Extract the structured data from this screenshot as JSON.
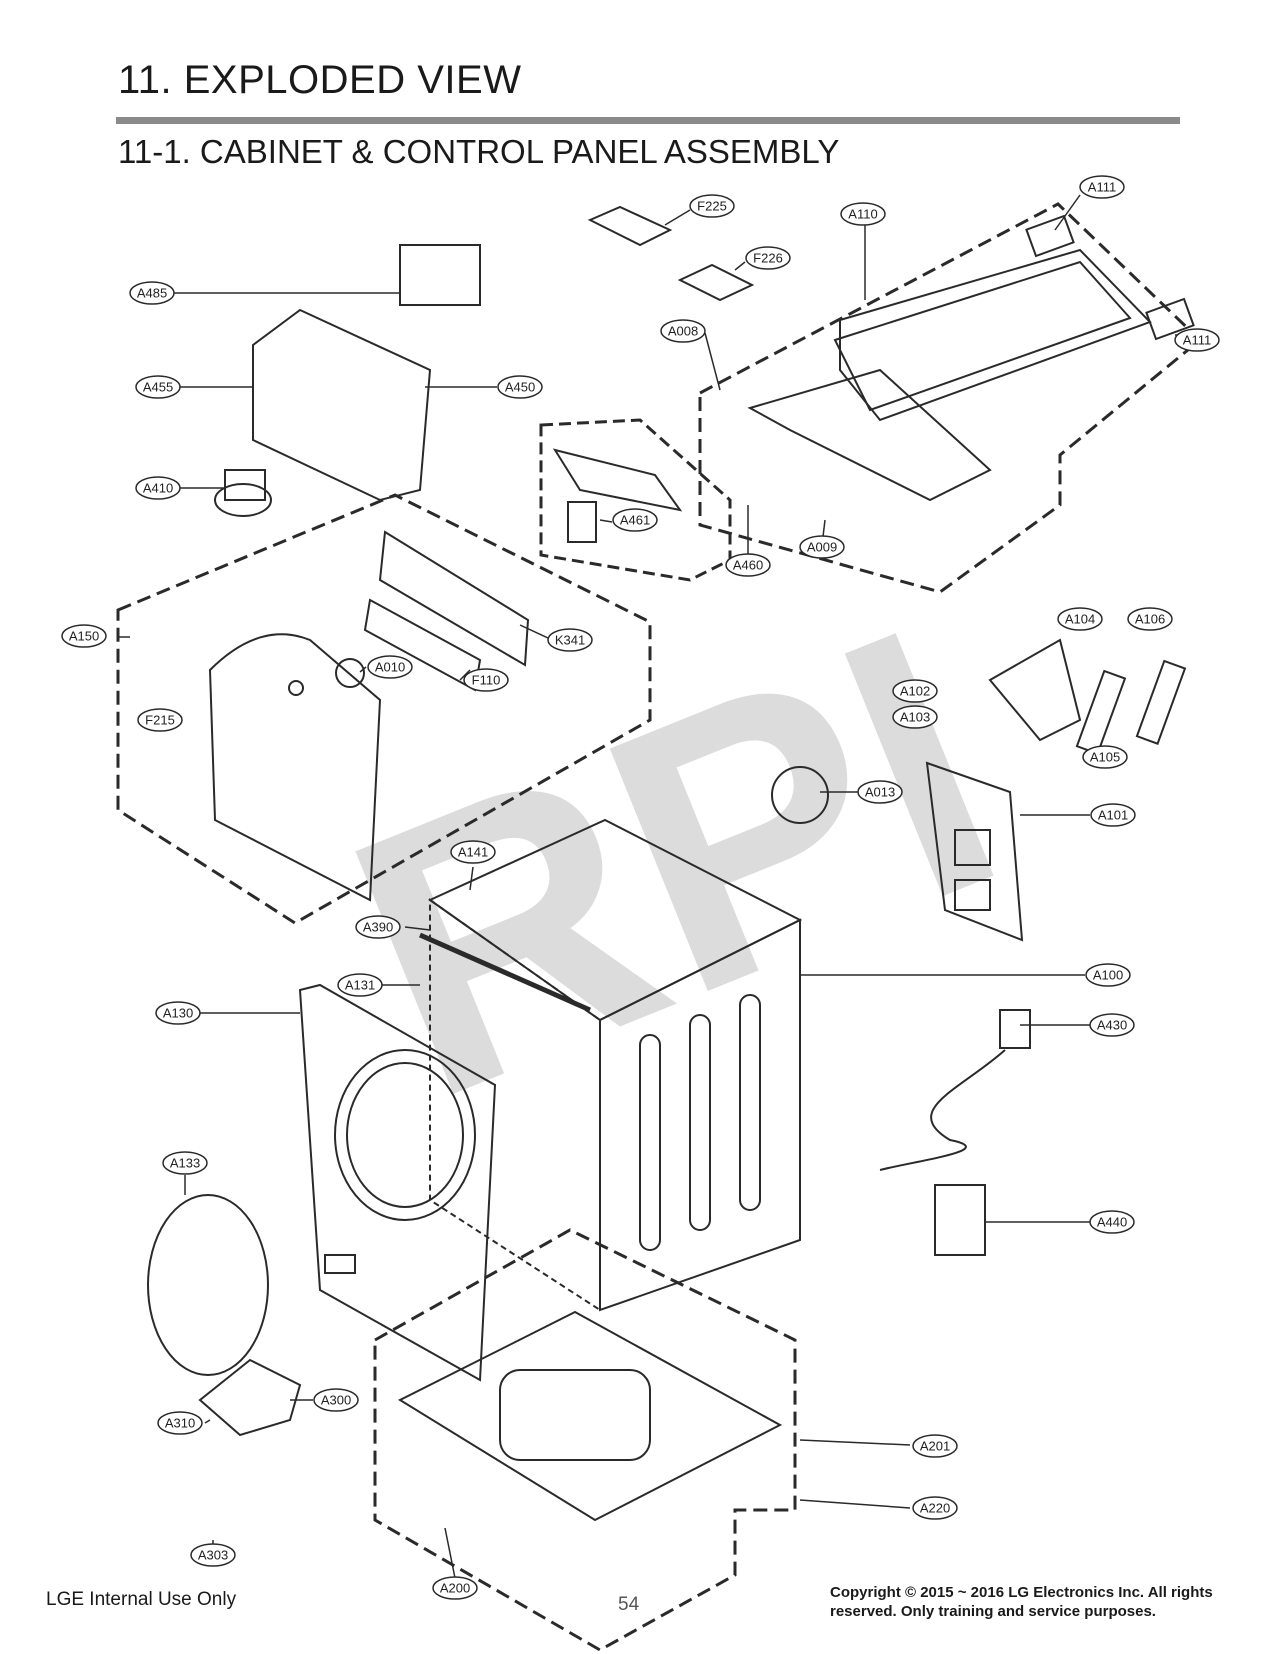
{
  "header": {
    "title": "11. EXPLODED VIEW",
    "subtitle": "11-1. CABINET  & CONTROL PANEL ASSEMBLY"
  },
  "watermark": "RPI",
  "parts": [
    "A485",
    "A455",
    "A450",
    "A410",
    "F225",
    "F226",
    "A008",
    "A110",
    "A111",
    "A461",
    "A460",
    "A009",
    "A150",
    "K341",
    "A010",
    "F110",
    "F215",
    "A104",
    "A106",
    "A102",
    "A103",
    "A105",
    "A013",
    "A101",
    "A141",
    "A390",
    "A131",
    "A130",
    "A100",
    "A430",
    "A440",
    "A133",
    "A300",
    "A310",
    "A303",
    "A200",
    "A201",
    "A220"
  ],
  "footer": {
    "left": "LGE Internal Use Only",
    "page": "54",
    "copyright_line1": "Copyright © 2015 ~ 2016 LG Electronics Inc. All rights",
    "copyright_line2": "reserved. Only training and service purposes."
  },
  "colors": {
    "line": "#2a2a2a",
    "rule": "#8a8a8a",
    "watermark": "#d6d6d6"
  }
}
